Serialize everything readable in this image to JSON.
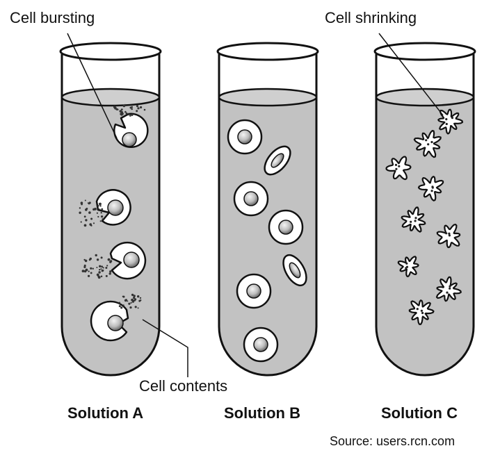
{
  "labels": {
    "cell_bursting": "Cell bursting",
    "cell_shrinking": "Cell shrinking",
    "cell_contents": "Cell contents"
  },
  "tubes": [
    {
      "title": "Solution A",
      "cell_state": "bursting"
    },
    {
      "title": "Solution B",
      "cell_state": "normal"
    },
    {
      "title": "Solution C",
      "cell_state": "shrinking"
    }
  ],
  "source": "Source: users.rcn.com",
  "colors": {
    "liquid": "#c2c2c2",
    "outline": "#111111",
    "cell": "#ffffff",
    "nucleus": "#9a9a9a"
  }
}
